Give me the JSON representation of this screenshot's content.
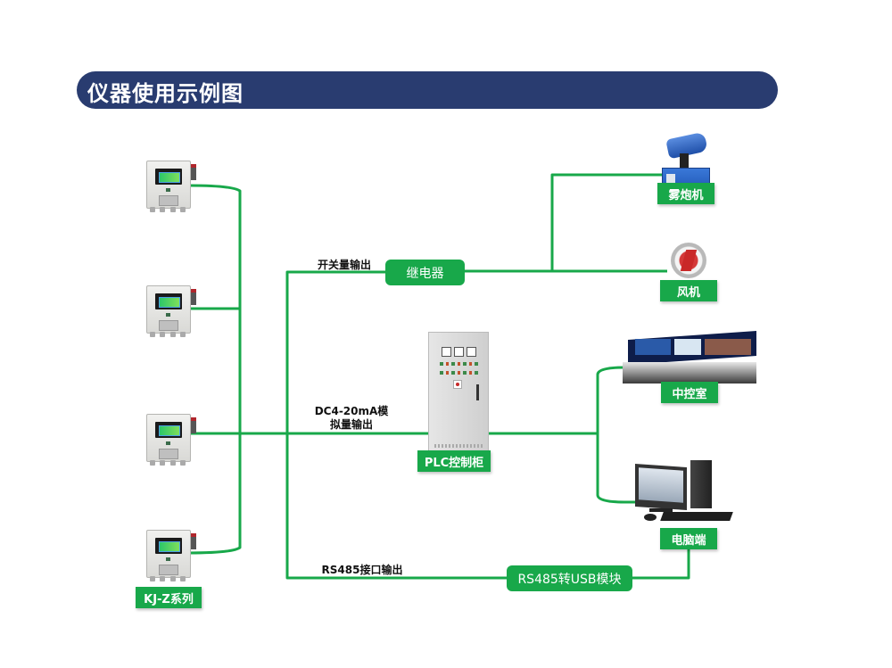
{
  "header": {
    "title": "仪器使用示例图",
    "banner_color": "#293c70"
  },
  "colors": {
    "line": "#18a84a",
    "label_bg": "#18a84a",
    "label_text": "#ffffff"
  },
  "nodes": {
    "analyzer_series": "KJ-Z系列",
    "relay": "继电器",
    "plc_cabinet": "PLC控制柜",
    "fog_cannon": "雾炮机",
    "fan": "风机",
    "control_room": "中控室",
    "computer": "电脑端",
    "rs485_usb": "RS485转USB模块"
  },
  "connections": {
    "switch_output": "开关量输出",
    "analog_output_line1": "DC4-20mA模",
    "analog_output_line2": "拟量输出",
    "rs485_output": "RS485接口输出"
  },
  "devices": [
    {
      "name": "analyzer-1",
      "icon": "gas-analyzer-icon"
    },
    {
      "name": "analyzer-2",
      "icon": "gas-analyzer-icon"
    },
    {
      "name": "analyzer-3",
      "icon": "gas-analyzer-icon"
    },
    {
      "name": "analyzer-4",
      "icon": "gas-analyzer-icon"
    }
  ]
}
